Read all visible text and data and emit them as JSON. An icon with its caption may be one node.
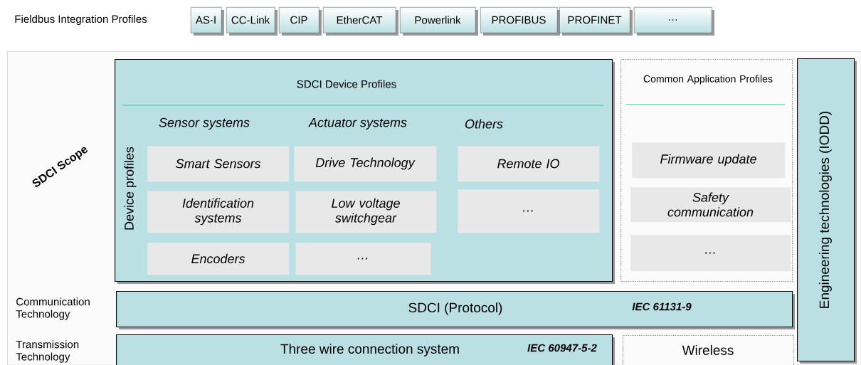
{
  "diagram": {
    "nodes": [
      {
        "text": [
          "AS-I"
        ]
      },
      {
        "text": [
          "CC-Link"
        ]
      },
      {
        "text": [
          "CIP"
        ]
      },
      {
        "text": [
          "EtherCAT"
        ]
      },
      {
        "text": [
          "Powerlink"
        ]
      },
      {
        "text": [
          "PROFIBUS"
        ]
      },
      {
        "text": [
          "PROFINET"
        ]
      },
      {
        "text": [
          "…"
        ]
      },
      {
        "text": [
          "SDCI Scope"
        ]
      },
      {
        "text": [
          "SDCI Device Profiles",
          "Sensor systems",
          "Actuator systems",
          "Others",
          "Device profiles"
        ],
        "in": 8
      },
      {
        "text": [
          "Smart Sensors"
        ],
        "in": 9
      },
      {
        "text": [
          "Drive Technology"
        ],
        "in": 9
      },
      {
        "text": [
          "Remote IO"
        ],
        "in": 9
      },
      {
        "text": [
          "Identification systems"
        ],
        "in": 9
      },
      {
        "text": [
          "Low voltage switchgear"
        ],
        "in": 9
      },
      {
        "text": [
          "…"
        ],
        "in": 9
      },
      {
        "text": [
          "Encoders"
        ],
        "in": 9
      },
      {
        "text": [
          "…"
        ],
        "in": 9
      },
      {
        "text": [
          "Common Application Profiles"
        ],
        "in": 8
      },
      {
        "text": [
          "Firmware update"
        ],
        "in": 18
      },
      {
        "text": [
          "Safety communication"
        ],
        "in": 18
      },
      {
        "text": [
          "…"
        ],
        "in": 18
      },
      {
        "text": [
          "Engineering technologies (IODD)"
        ],
        "in": 8
      },
      {
        "text": [
          "SDCI (Protocol)",
          "IEC 61131-9"
        ],
        "beside": [
          "Communication Technology"
        ],
        "in": 8
      },
      {
        "text": [
          "Three wire connection system",
          "IEC 60947-5-2"
        ],
        "beside": [
          "Transmission Technology"
        ],
        "in": 8
      },
      {
        "text": [
          "Wireless"
        ],
        "in": 8
      }
    ],
    "labels": [
      "Fieldbus Integration Profiles"
    ]
  }
}
